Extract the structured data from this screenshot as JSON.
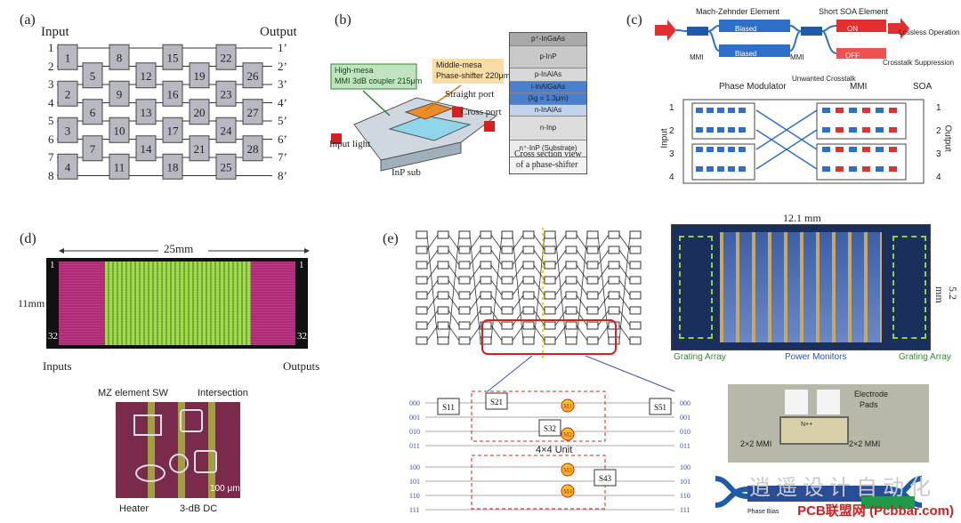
{
  "panels": {
    "a": {
      "label": "(a)",
      "input": "Input",
      "output": "Output",
      "inputs": [
        "1",
        "2",
        "3",
        "4",
        "5",
        "6",
        "7",
        "8"
      ],
      "outputs": [
        "1’",
        "2’",
        "3’",
        "4’",
        "5’",
        "6’",
        "7’",
        "8’"
      ],
      "switches": [
        "1",
        "2",
        "3",
        "4",
        "5",
        "6",
        "7",
        "8",
        "9",
        "10",
        "11",
        "12",
        "13",
        "14",
        "15",
        "16",
        "17",
        "18",
        "19",
        "20",
        "21",
        "22",
        "23",
        "24",
        "25",
        "26",
        "27",
        "28"
      ]
    },
    "b": {
      "label": "(b)",
      "high_mesa": "High-mesa",
      "mmi_coupler": "MMI 3dB coupler 215μm",
      "middle_mesa": "Middle-mesa",
      "phase_shifter": "Phase-shifter 220μm",
      "straight_port": "Straight port",
      "cross_port": "Cross port",
      "input_light": "Input light",
      "inp_sub": "InP sub",
      "layers": [
        "p⁺-InGaAs",
        "p-InP",
        "p-InAlAs",
        "i-InAlGaAs",
        "(λg = 1.3μm)",
        "n-InAlAs",
        "n-Inp",
        "n⁺-InP (Substrate)"
      ],
      "cross_section": "Cross section view",
      "cross_section2": "of a phase-shifter"
    },
    "c": {
      "label": "(c)",
      "mz_element": "Mach-Zehnder Element",
      "soa_element": "Short SOA Element",
      "biased": "Biased",
      "mmi": "MMI",
      "on": "ON",
      "off": "OFF",
      "lossless": "Lossless Operation",
      "unwanted": "Unwanted Crosstalk",
      "crosstalk": "Crosstalk Suppression",
      "phase_modulator": "Phase Modulator",
      "soa": "SOA",
      "input": "Input",
      "output": "Output",
      "ports": [
        "1",
        "2",
        "3",
        "4"
      ]
    },
    "d": {
      "label": "(d)",
      "width": "25mm",
      "height": "11mm",
      "top_in": "1",
      "bot_in": "32",
      "top_out": "1",
      "bot_out": "32",
      "inputs": "Inputs",
      "outputs": "Outputs",
      "mz_sw": "MZ element SW",
      "intersection": "Intersection",
      "heater": "Heater",
      "dc": "3-dB DC",
      "scale": "100 μm"
    },
    "e": {
      "label": "(e)",
      "width": "12.1 mm",
      "height": "5.2 mm",
      "grating_left": "Grating Array",
      "power_monitors": "Power Monitors",
      "grating_right": "Grating Array",
      "unit": "4×4 Unit",
      "switches": [
        "S11",
        "S21",
        "S32",
        "S43",
        "S51"
      ],
      "mods": [
        "M1",
        "M2",
        "M3",
        "M4"
      ],
      "codes": [
        "000",
        "001",
        "010",
        "011",
        "100",
        "101",
        "110",
        "111"
      ],
      "electrode": "Electrode",
      "pads": "Pads",
      "mmi_left": "2×2 MMI",
      "mmi_right": "2×2 MMI",
      "phase_bias": "Phase Bias",
      "n_label": "N++"
    }
  },
  "watermark": "逍遥设计自动化",
  "footer": "PCB联盟网 (Pcbbar.com)"
}
